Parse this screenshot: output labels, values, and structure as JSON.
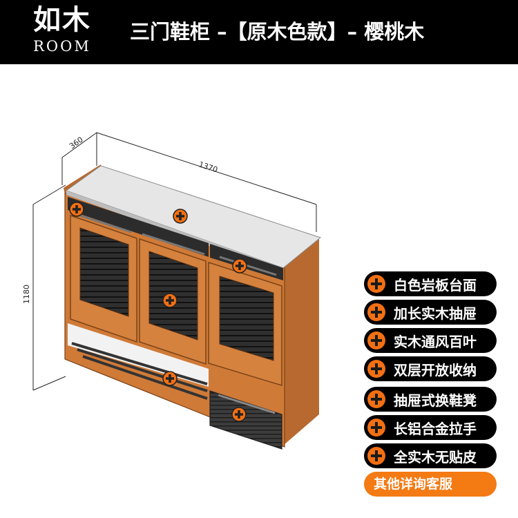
{
  "header": {
    "brand_cn": "如木",
    "brand_en": "ROOM",
    "title": "三门鞋柜 –【原木色款】– 樱桃木"
  },
  "dimensions": {
    "depth": "360",
    "width": "1370",
    "height": "1180"
  },
  "features": [
    {
      "label": "白色岩板台面",
      "icon": "orange-plus-icon"
    },
    {
      "label": "加长实木抽屉",
      "icon": "orange-plus-icon"
    },
    {
      "label": "实木通风百叶",
      "icon": "orange-plus-icon"
    },
    {
      "label": "双层开放收纳",
      "icon": "orange-plus-icon"
    },
    {
      "label": "抽屉式换鞋凳",
      "icon": "orange-plus-icon"
    },
    {
      "label": "长铝合金拉手",
      "icon": "orange-plus-icon"
    },
    {
      "label": "全实木无贴皮",
      "icon": "orange-plus-icon"
    }
  ],
  "cta_label": "其他详询客服",
  "colors": {
    "accent": "#f26f13",
    "wood": "#c9773a",
    "wood_dark": "#a55d27",
    "panel_dark": "#3a3a3a",
    "top_slab": "#e2e2e2",
    "header_bg": "#000000"
  }
}
